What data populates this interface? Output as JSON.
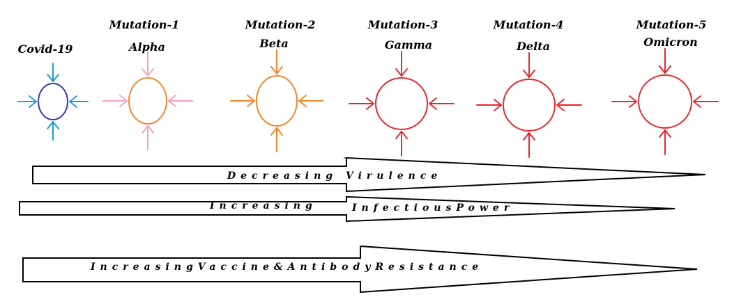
{
  "virus_stages": [
    {
      "mutation": "",
      "variant": "Covid-19",
      "color": "#1a9fd9",
      "body_color": "#3a3ab0"
    },
    {
      "mutation": "Mutation-1",
      "variant": "Alpha",
      "color": "#f4a3c8",
      "body_color": "#f3862b"
    },
    {
      "mutation": "Mutation-2",
      "variant": "Beta",
      "color": "#f3862b",
      "body_color": "#f3862b"
    },
    {
      "mutation": "Mutation-3",
      "variant": "Gamma",
      "color": "#e8262e",
      "body_color": "#e8262e"
    },
    {
      "mutation": "Mutation-4",
      "variant": "Delta",
      "color": "#e8262e",
      "body_color": "#e8262e"
    },
    {
      "mutation": "Mutation-5",
      "variant": "Omicron",
      "color": "#e8262e",
      "body_color": "#e8262e"
    }
  ],
  "trend_arrows": [
    {
      "label": "Decreasing Virulence"
    },
    {
      "label_left": "Increasing",
      "label_right": "InfectiousPower"
    },
    {
      "label": "IncreasingVaccine&AntibodyResistance"
    }
  ]
}
